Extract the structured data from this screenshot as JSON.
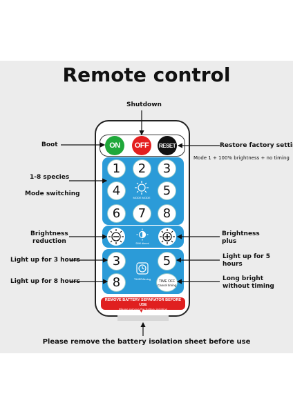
{
  "title": "Remote control",
  "callouts": {
    "shutdown": "Shutdown",
    "boot": "Boot",
    "restore": "Restore factory settings",
    "restore_note": "Mode 1 + 100% brightness + no timing",
    "species": "1-8 species",
    "mode_switching": "Mode switching",
    "brightness_reduction_1": "Brightness",
    "brightness_reduction_2": "reduction",
    "brightness_plus_1": "Brightness",
    "brightness_plus_2": "plus",
    "light_3h": "Light up for 3 hours",
    "light_5h_1": "Light up for 5",
    "light_5h_2": "hours",
    "light_8h": "Light up for 8 hours",
    "long_bright_1": "Long bright",
    "long_bright_2": "without timing",
    "battery_note": "Please remove the battery isolation sheet before use"
  },
  "remote": {
    "top_buttons": [
      {
        "label": "ON",
        "color": "#1fa83a"
      },
      {
        "label": "OFF",
        "color": "#e41f1f"
      },
      {
        "label": "RESET",
        "color": "#111111"
      }
    ],
    "mode_buttons": [
      "1",
      "2",
      "3",
      "4",
      "5",
      "6",
      "7",
      "8"
    ],
    "mode_caption": "MODE MODE",
    "dim_caption": "DIM dimmi",
    "timer_buttons": [
      "3",
      "5",
      "8"
    ],
    "timer_caption": "TIMER/timing",
    "time_off_1": "TIME OFF",
    "time_off_2": "Cancel timing",
    "warning_title": "REMOVE BATTERY SEPARATOR BEFORE USE",
    "warning_sub_1": "Please remove the battery isolation",
    "warning_sub_2": "sheet before use"
  },
  "colors": {
    "panel_blue": "#2b9bd8",
    "on_green": "#1fa83a",
    "off_red": "#e41f1f",
    "reset_black": "#111111",
    "warning_red": "#e02020"
  },
  "icons": [
    "sun-gear-icon",
    "brightness-minus-icon",
    "brightness-half-icon",
    "brightness-plus-icon",
    "alarm-clock-icon"
  ]
}
